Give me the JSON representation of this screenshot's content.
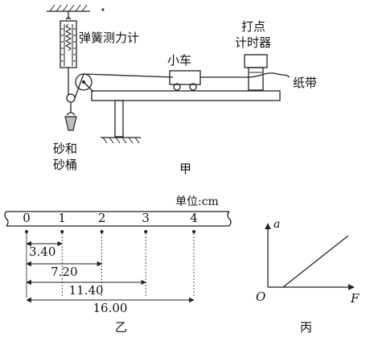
{
  "apparatus": {
    "labels": {
      "spring_scale": "弹簧测力计",
      "cart": "小车",
      "timer_line1": "打点",
      "timer_line2": "计时器",
      "tape": "纸带",
      "sand_line1": "砂和",
      "sand_line2": "砂桶",
      "caption": "甲"
    }
  },
  "tape": {
    "unit_label": "单位:cm",
    "points": [
      {
        "label": "0",
        "pos_cm": 0
      },
      {
        "label": "1",
        "pos_cm": 3.4
      },
      {
        "label": "2",
        "pos_cm": 7.2
      },
      {
        "label": "3",
        "pos_cm": 11.4
      },
      {
        "label": "4",
        "pos_cm": 16.0
      }
    ],
    "measurements": [
      "3.40",
      "7.20",
      "11.40",
      "16.00"
    ],
    "caption": "乙"
  },
  "graph": {
    "y_axis_label": "a",
    "x_axis_label": "F",
    "origin_label": "O",
    "caption": "丙"
  }
}
